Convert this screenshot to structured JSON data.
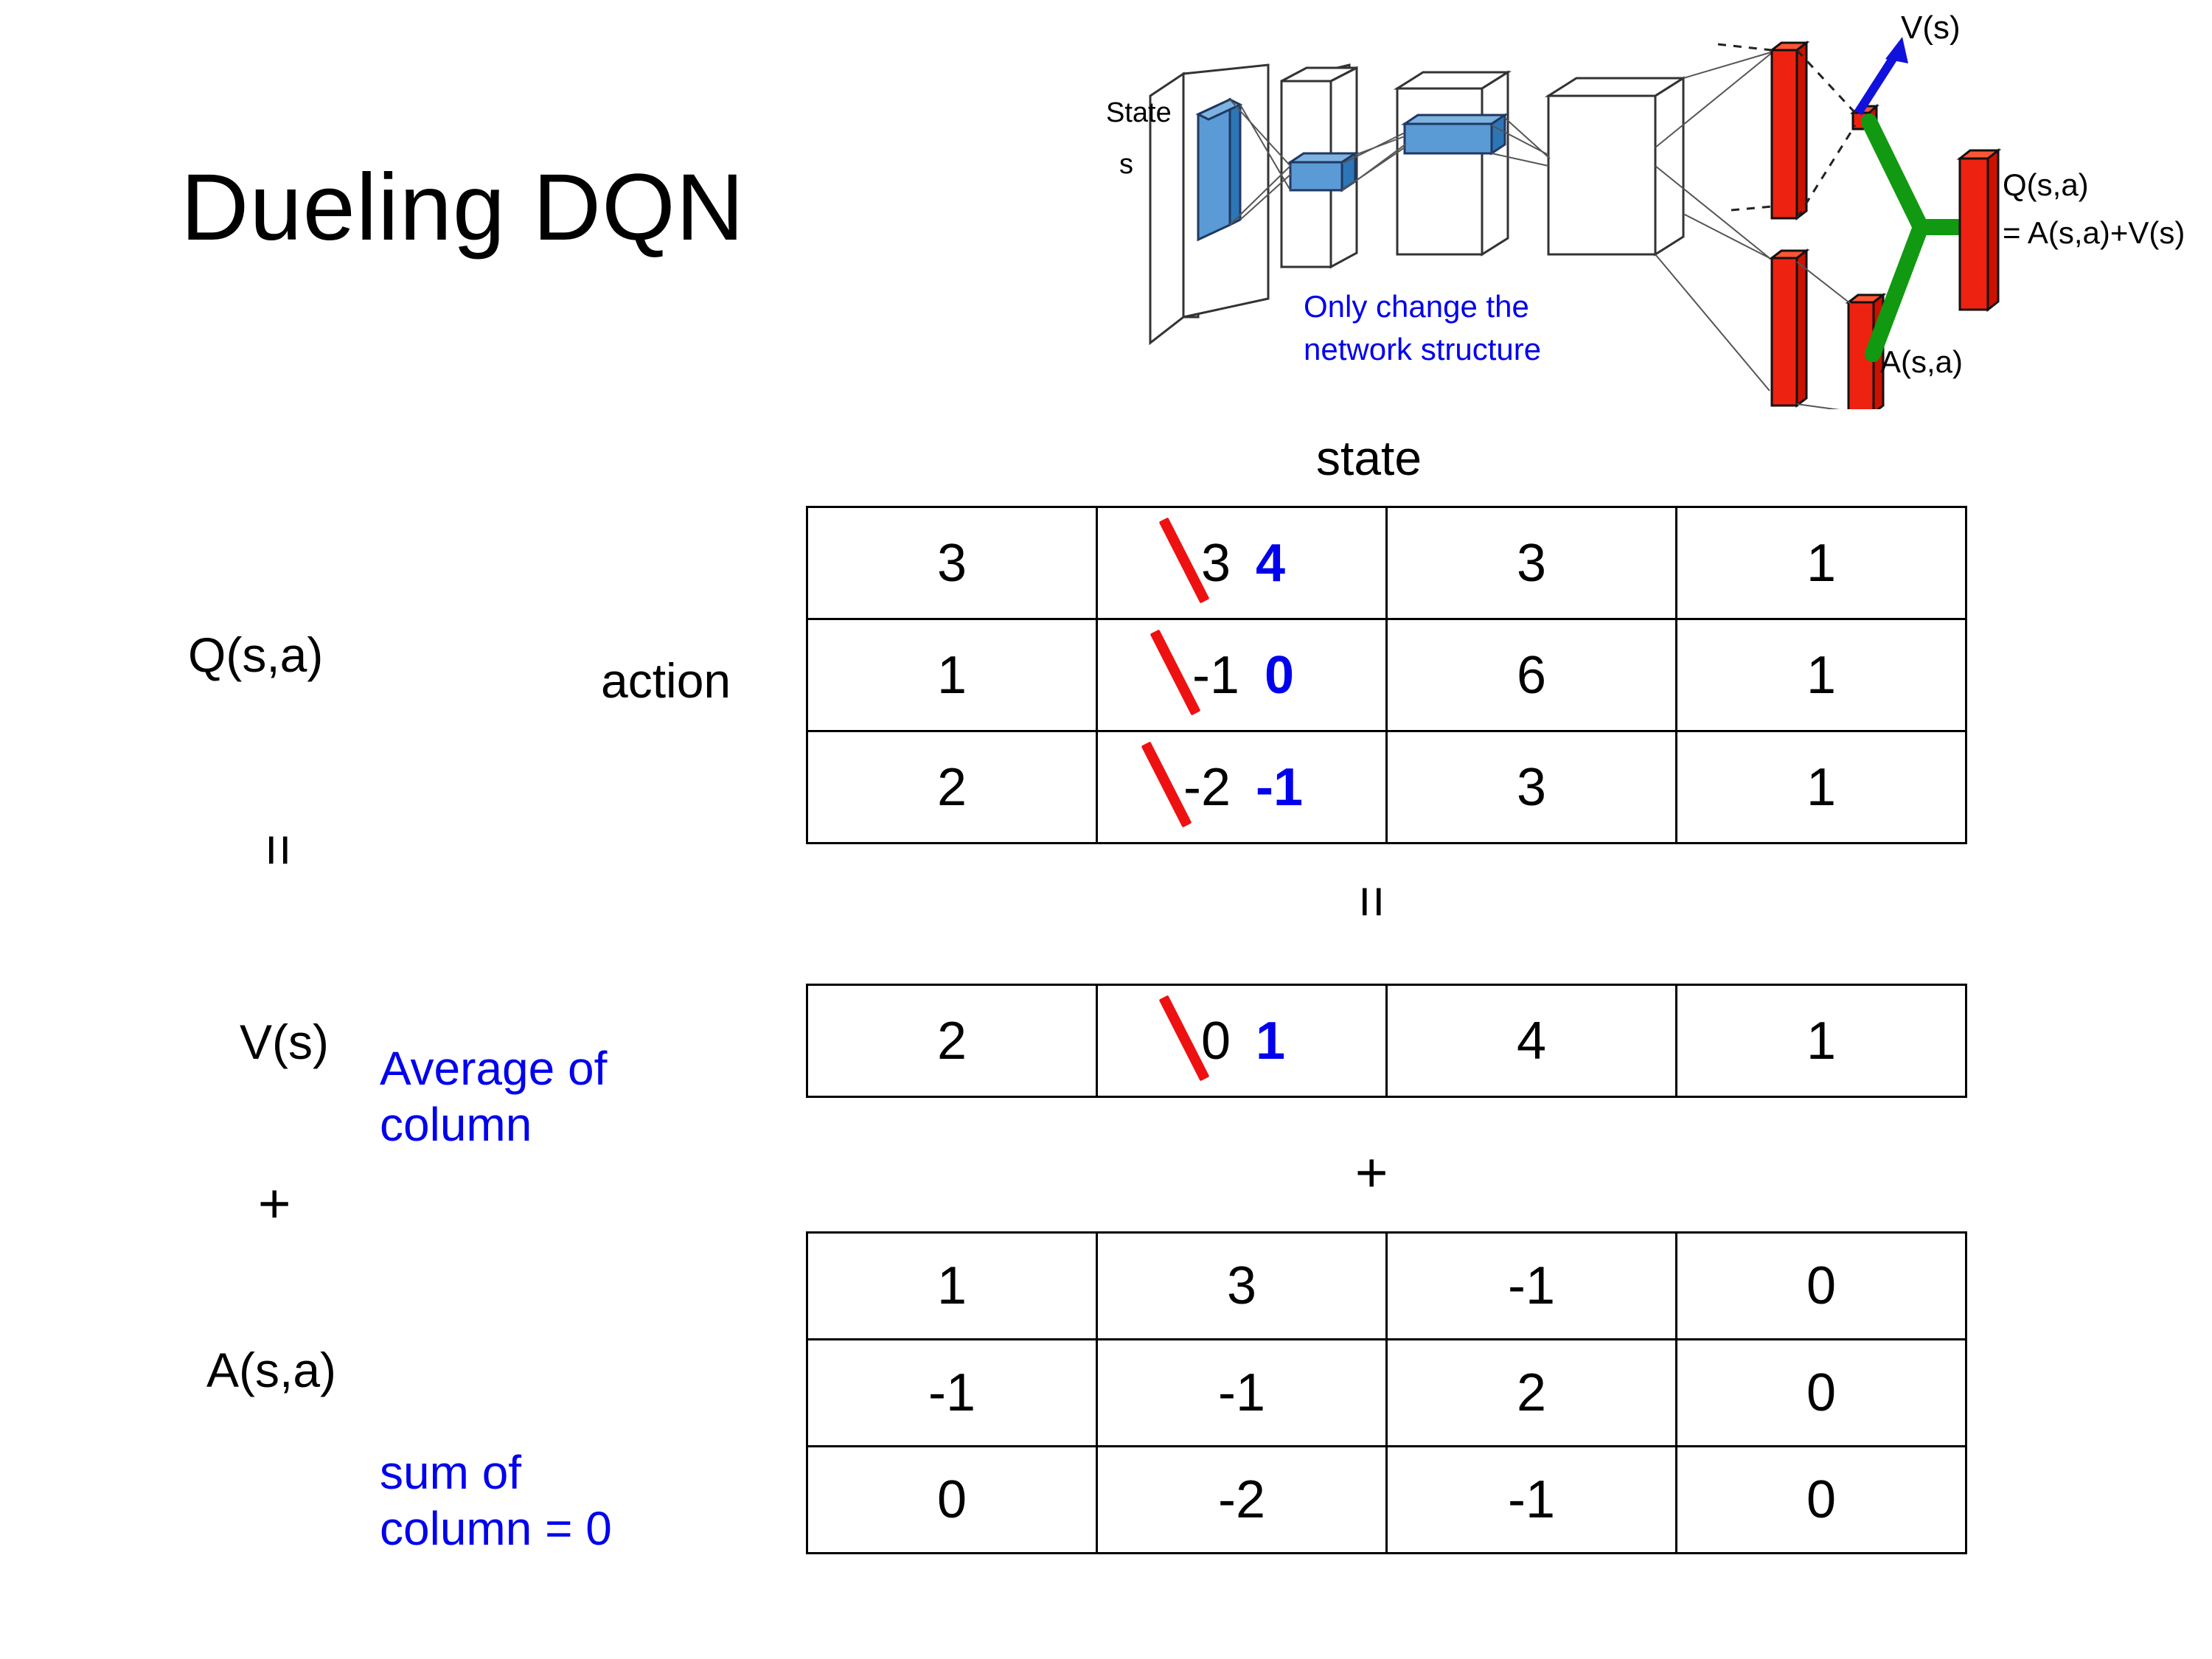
{
  "title": "Dueling DQN",
  "labels": {
    "q": "Q(s,a)",
    "v": "V(s)",
    "a": "A(s,a)",
    "action": "action",
    "state": "state",
    "equals": "=",
    "plus": "+"
  },
  "notes": {
    "average_of_column": "Average of\ncolumn",
    "average_line1": "Average of",
    "average_line2": "column",
    "sum_line1": "sum of",
    "sum_line2": "column = 0",
    "color": "#0000ee"
  },
  "diagram": {
    "state_label_line1": "State",
    "state_label_line2": "s",
    "caption_line1": "Only change the",
    "caption_line2": "network structure",
    "caption_color": "#0000ee",
    "v_output": "V(s)",
    "a_output": "A(s,a)",
    "q_output_line1": "Q(s,a)",
    "q_output_line2": "= A(s,a)+V(s)",
    "colors": {
      "input_blue": "#4f81bd",
      "output_red": "#ee2211",
      "combine_green": "#119911",
      "arrow_blue": "#1111dd"
    }
  },
  "chart_data": {
    "type": "table",
    "title": "Dueling DQN decomposition Q(s,a) = V(s) + A(s,a)",
    "column_axis": "state",
    "row_axis": "action",
    "strike_color": "#ee1111",
    "edit_color": "#0000ee",
    "tables": [
      {
        "name": "Q(s,a)",
        "rows": [
          [
            {
              "value": "3"
            },
            {
              "value": "3",
              "struck": true,
              "replacement": "4"
            },
            {
              "value": "3"
            },
            {
              "value": "1"
            }
          ],
          [
            {
              "value": "1"
            },
            {
              "value": "-1",
              "struck": true,
              "replacement": "0"
            },
            {
              "value": "6"
            },
            {
              "value": "1"
            }
          ],
          [
            {
              "value": "2"
            },
            {
              "value": "-2",
              "struck": true,
              "replacement": "-1"
            },
            {
              "value": "3"
            },
            {
              "value": "1"
            }
          ]
        ]
      },
      {
        "name": "V(s)",
        "rows": [
          [
            {
              "value": "2"
            },
            {
              "value": "0",
              "struck": true,
              "replacement": "1"
            },
            {
              "value": "4"
            },
            {
              "value": "1"
            }
          ]
        ]
      },
      {
        "name": "A(s,a)",
        "rows": [
          [
            {
              "value": "1"
            },
            {
              "value": "3"
            },
            {
              "value": "-1"
            },
            {
              "value": "0"
            }
          ],
          [
            {
              "value": "-1"
            },
            {
              "value": "-1"
            },
            {
              "value": "2"
            },
            {
              "value": "0"
            }
          ],
          [
            {
              "value": "0"
            },
            {
              "value": "-2"
            },
            {
              "value": "-1"
            },
            {
              "value": "0"
            }
          ]
        ]
      }
    ]
  }
}
